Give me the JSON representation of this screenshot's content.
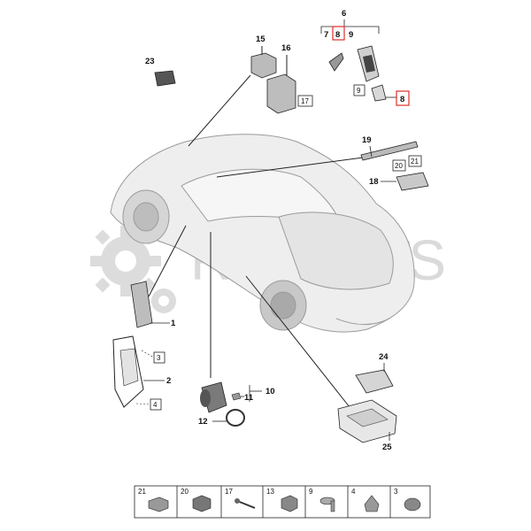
{
  "watermark": "RMPARTS",
  "callouts": {
    "c1": "1",
    "c2": "2",
    "c3": "3",
    "c4": "4",
    "c6": "6",
    "c7": "7",
    "c8a": "8",
    "c8b": "8",
    "c9a": "9",
    "c9b": "9",
    "c10": "10",
    "c11": "11",
    "c12": "12",
    "c15": "15",
    "c16": "16",
    "c17": "17",
    "c18": "18",
    "c19": "19",
    "c20": "20",
    "c21": "21",
    "c23": "23",
    "c24": "24",
    "c25": "25"
  },
  "fastener_table": [
    "21",
    "20",
    "17",
    "13",
    "9",
    "4",
    "3"
  ],
  "colors": {
    "line": "#222222",
    "highlight": "#e0302a",
    "car_fill": "#eeeeee",
    "watermark": "#d6d6d6"
  }
}
